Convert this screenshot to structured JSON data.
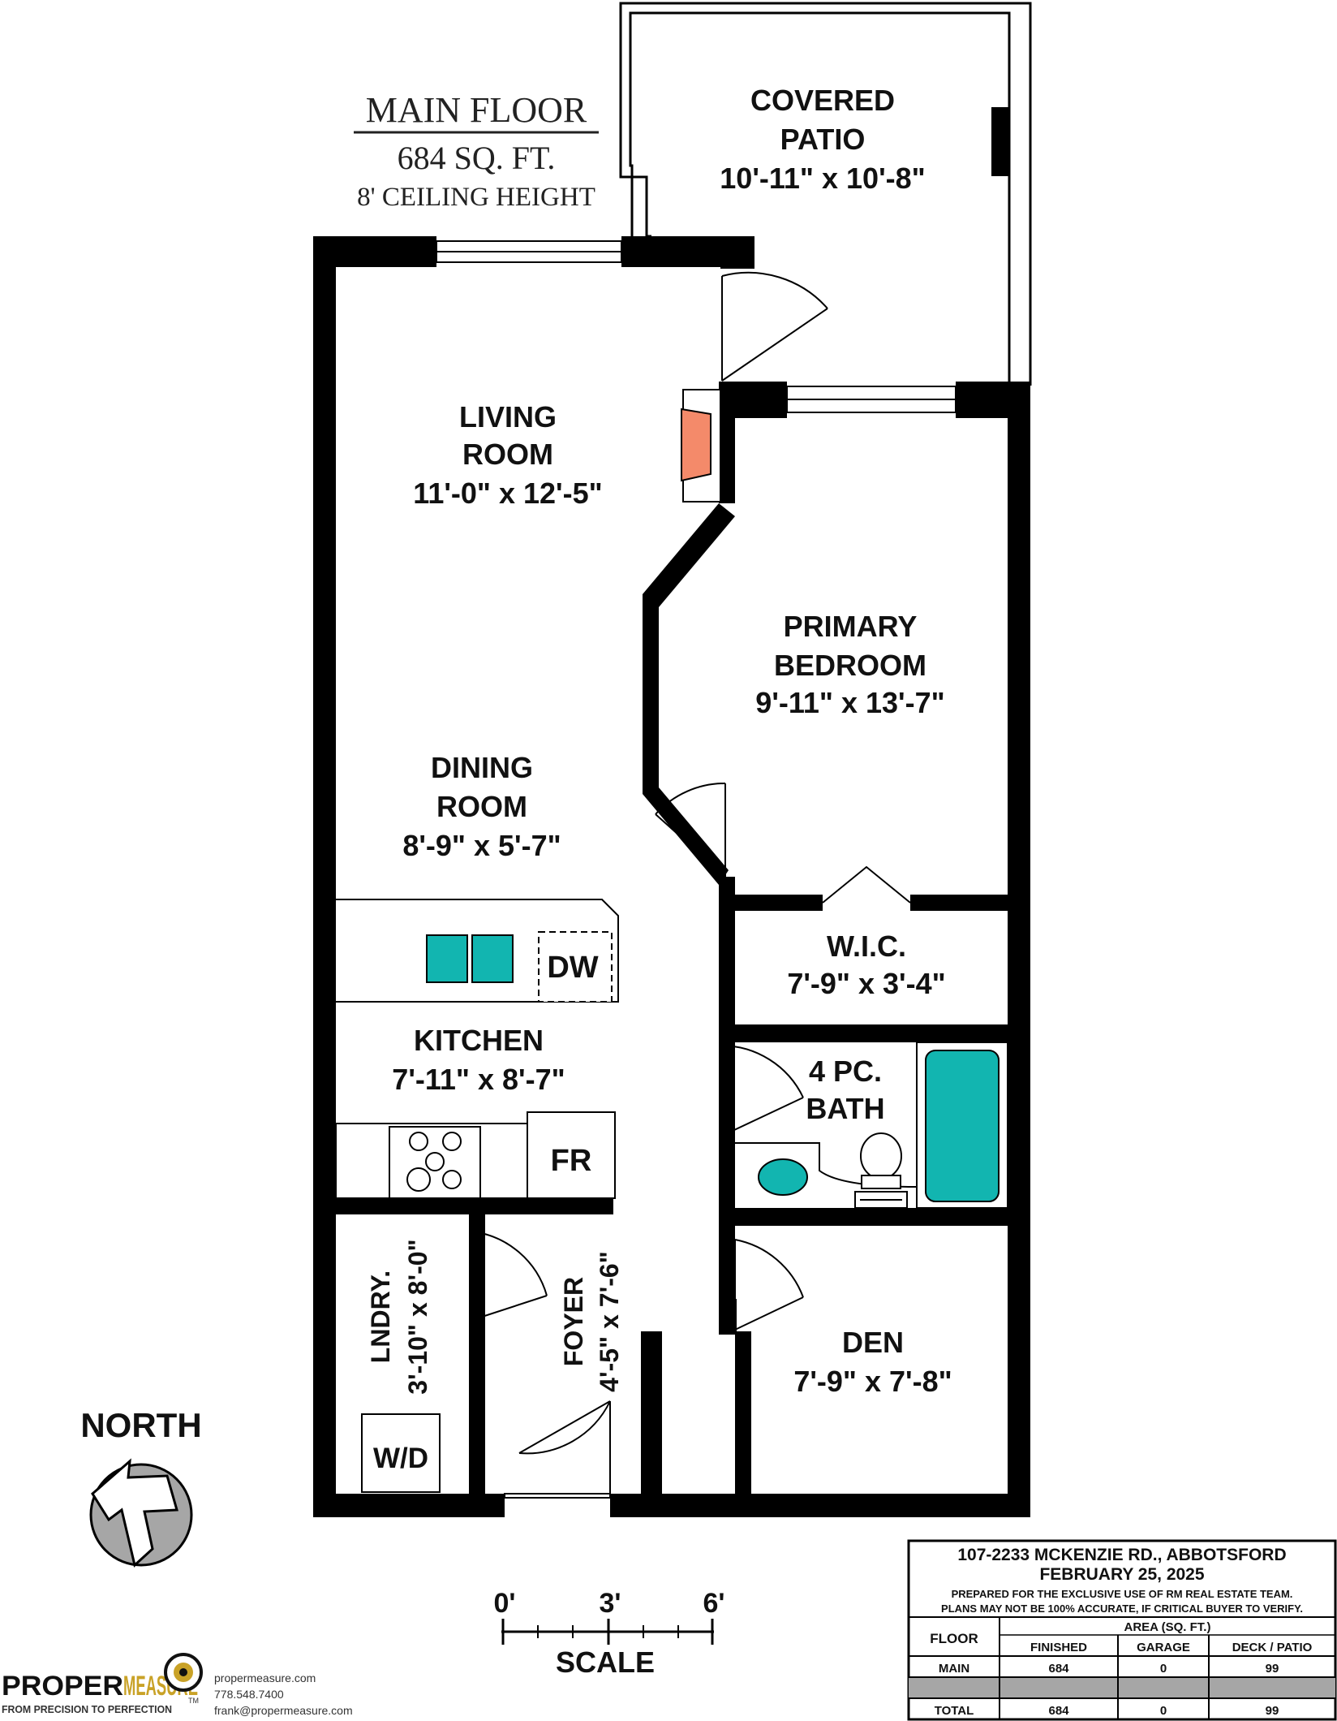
{
  "header": {
    "floor_name": "MAIN FLOOR",
    "area": "684 SQ. FT.",
    "ceiling": "8' CEILING HEIGHT"
  },
  "rooms": {
    "patio": {
      "line1": "COVERED",
      "line2": "PATIO",
      "dims": "10'-11\" x 10'-8\""
    },
    "living": {
      "line1": "LIVING",
      "line2": "ROOM",
      "dims": "11'-0\" x 12'-5\""
    },
    "primary": {
      "line1": "PRIMARY",
      "line2": "BEDROOM",
      "dims": "9'-11\" x 13'-7\""
    },
    "dining": {
      "line1": "DINING",
      "line2": "ROOM",
      "dims": "8'-9\" x 5'-7\""
    },
    "wic": {
      "line1": "W.I.C.",
      "dims": "7'-9\" x 3'-4\""
    },
    "kitchen": {
      "line1": "KITCHEN",
      "dims": "7'-11\" x 8'-7\""
    },
    "bath": {
      "line1": "4 PC.",
      "line2": "BATH"
    },
    "laundry": {
      "line1": "LNDRY.",
      "dims": "3'-10\" x 8'-0\""
    },
    "foyer": {
      "line1": "FOYER",
      "dims": "4'-5\" x 7'-6\""
    },
    "den": {
      "line1": "DEN",
      "dims": "7'-9\" x 7'-8\""
    }
  },
  "fixtures": {
    "dw": "DW",
    "fr": "FR",
    "wd": "W/D"
  },
  "compass": {
    "label": "NORTH",
    "icon": "north-arrow-icon"
  },
  "scale": {
    "ticks": [
      "0'",
      "3'",
      "6'"
    ],
    "label": "SCALE"
  },
  "info": {
    "address": "107-2233 MCKENZIE RD., ABBOTSFORD",
    "date": "FEBRUARY 25, 2025",
    "note1": "PREPARED FOR THE EXCLUSIVE USE OF RM REAL ESTATE TEAM.",
    "note2": "PLANS MAY NOT BE 100% ACCURATE, IF CRITICAL BUYER TO VERIFY.",
    "table": {
      "floor_header": "FLOOR",
      "area_header": "AREA (SQ. FT.)",
      "columns": [
        "FINISHED",
        "GARAGE",
        "DECK / PATIO"
      ],
      "rows": [
        {
          "floor": "MAIN",
          "finished": "684",
          "garage": "0",
          "deck": "99"
        },
        {
          "floor": "TOTAL",
          "finished": "684",
          "garage": "0",
          "deck": "99"
        }
      ]
    }
  },
  "branding": {
    "logo_word1": "PROPER",
    "logo_word2": "MEASURE",
    "tm": "TM",
    "tagline": "FROM PRECISION TO PERFECTION",
    "website": "propermeasure.com",
    "phone": "778.548.7400",
    "email": "frank@propermeasure.com"
  },
  "colors": {
    "wall": "#000000",
    "fixture": "#12b5b0",
    "fireplace": "#f48a6a",
    "table_gray": "#a6a6a6"
  }
}
